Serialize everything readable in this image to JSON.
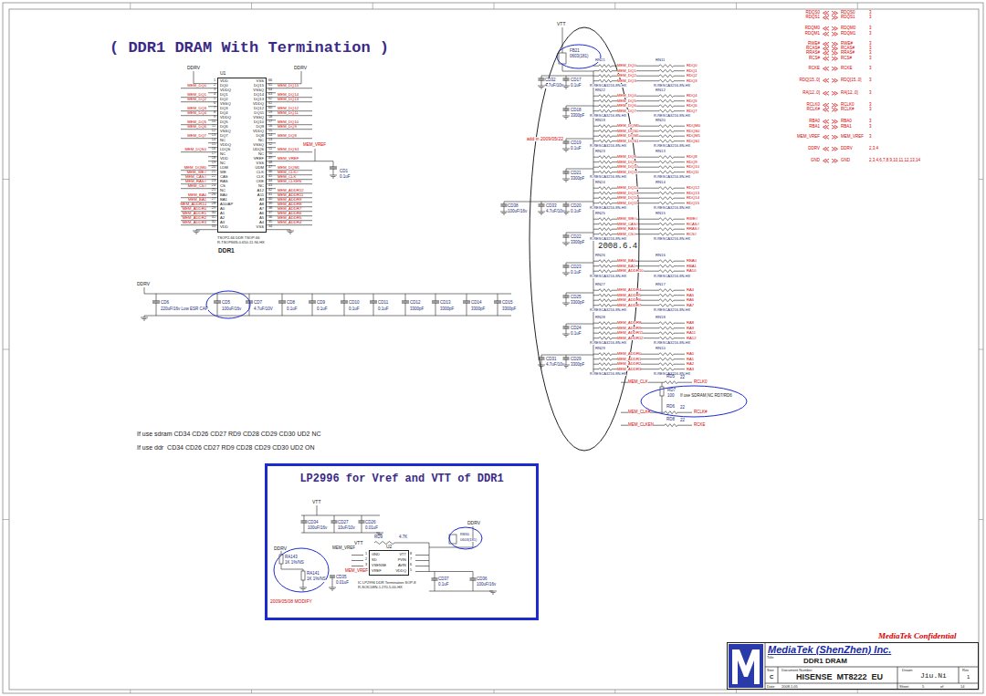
{
  "diagram": {
    "title": "( DDR1 DRAM With Termination )",
    "nodes": [
      {
        "text": [
          "U1",
          "DDR1"
        ]
      },
      {
        "text": [
          "LP2996 for Vref and VTT of DDR1"
        ]
      },
      {
        "text": [
          "U2"
        ],
        "in": 1
      },
      {
        "text": [
          "MediaTek (ShenZhen) Inc."
        ]
      }
    ],
    "labels": [
      "DDRV",
      "DDRV",
      "VDD",
      "DQ0",
      "VDDQ",
      "DQ1",
      "DQ2",
      "VSSQ",
      "DQ3",
      "DQ4",
      "VDDQ",
      "DQ5",
      "DQ6",
      "VSSQ",
      "DQ7",
      "NC",
      "VDDQ",
      "LDQS",
      "NC",
      "VDD",
      "NC",
      "LDM",
      "WE",
      "CAS",
      "RAS",
      "CS",
      "NC",
      "BA0",
      "BA1",
      "A10/AP",
      "A0",
      "A1",
      "A2",
      "A3",
      "VDD",
      "VSS",
      "DQ15",
      "VSSQ",
      "DQ14",
      "DQ13",
      "VDDQ",
      "DQ12",
      "DQ11",
      "VSSQ",
      "DQ10",
      "DQ9",
      "VDDQ",
      "DQ8",
      "NC",
      "VSSQ",
      "UDQS",
      "NC",
      "VREF",
      "VSS",
      "UDM",
      "CLK",
      "CLK",
      "CKE",
      "NC",
      "A12",
      "A11",
      "A9",
      "A8",
      "A7",
      "A6",
      "A5",
      "A4",
      "VSS",
      "1",
      "2",
      "3",
      "4",
      "5",
      "6",
      "7",
      "8",
      "9",
      "10",
      "11",
      "12",
      "13",
      "14",
      "15",
      "16",
      "17",
      "18",
      "19",
      "20",
      "21",
      "22",
      "23",
      "24",
      "25",
      "26",
      "27",
      "28",
      "29",
      "30",
      "31",
      "32",
      "33",
      "66",
      "65",
      "64",
      "63",
      "62",
      "61",
      "60",
      "59",
      "58",
      "57",
      "56",
      "55",
      "54",
      "53",
      "52",
      "51",
      "50",
      "49",
      "48",
      "47",
      "46",
      "45",
      "44",
      "43",
      "42",
      "41",
      "40",
      "39",
      "38",
      "37",
      "36",
      "35",
      "34",
      "MEM_DQ0",
      "MEM_DQ1",
      "MEM_DQ2",
      "MEM_DQ3",
      "MEM_DQ4",
      "MEM_DQ5",
      "MEM_DQ6",
      "MEM_DQ7",
      "MEM_DQS0",
      "MEM_DQM0",
      "MEM_WE#",
      "MEM_CAS#",
      "MEM_RAS#",
      "MEM_CS#",
      "MEM_BA0",
      "MEM_BA1",
      "MEM_ADDR10",
      "MEM_ADDR0",
      "MEM_ADDR1",
      "MEM_ADDR2",
      "MEM_ADDR3",
      "MEM_DQ15",
      "MEM_DQ14",
      "MEM_DQ13",
      "MEM_DQ12",
      "MEM_DQ11",
      "MEM_DQ10",
      "MEM_DQ9",
      "MEM_DQ8",
      "MEM_DQS1",
      "MEM_VREF",
      "MEM_DQM1",
      "MEM_CLK#",
      "MEM_CLK",
      "MEM_CLKEN",
      "MEM_ADDR12",
      "MEM_ADDR11",
      "MEM_ADDR9",
      "MEM_ADDR8",
      "MEM_ADDR7",
      "MEM_ADDR6",
      "MEM_ADDR5",
      "MEM_ADDR4",
      "MEM_VREF",
      "CD1",
      "0.1uF",
      "TSOP2-66 DDR TSOP-66",
      "R-TSOP66N-0.650-11.94-HX",
      "DDRV",
      "CD6",
      "CD5",
      "CD7",
      "CD8",
      "CD9",
      "CD10",
      "CD11",
      "CD12",
      "CD13",
      "CD14",
      "CD15",
      "220uF/16v Low ESR CAP",
      "100uF/16v",
      "4.7uF/10V",
      "0.1uF",
      "0.1uF",
      "0.1uF",
      "0.1uF",
      "3300pF",
      "3300pF",
      "3300pF",
      "3300pF",
      "If use sdram CD34 CD26 CD27 RD9 CD28 CD29 CD30 UD2 NC",
      "If use ddr  CD34 CD26 CD27 RD9 CD28 CD29 CD30 UD2 ON",
      "VTT",
      "CD34",
      "100uF/16v",
      "CD27",
      "10uF/10v",
      "CD26",
      "0.01uF",
      "DDRV",
      "RB30",
      "0603(181)",
      "RD9",
      "4.7K",
      "DDRV",
      "MEM_VREF",
      "VTT",
      "GND",
      "SD",
      "VSENSE",
      "VREF",
      "VTT",
      "PVIN",
      "AVIN",
      "VDDQ",
      "1",
      "2",
      "3",
      "4",
      "8",
      "7",
      "6",
      "5",
      "MEM_VREF",
      "IC LP2996 DDR Termination SOP-8",
      "R-SOIC08N-1.270-5.00-HX",
      "RA143",
      "1K 1%/NS",
      "RA141",
      "1K 1%/NS",
      "CD35",
      "0.01uF",
      "CD37",
      "0.1uF",
      "CD36",
      "100uF/16v",
      "2009/05/08 MODIFY",
      "VTT",
      "FB21",
      "0603(181)",
      "CD32",
      "4.7uF/10v",
      "CD17",
      "0.1uF",
      "CD18",
      "3300pF",
      "add in 2009/05/22",
      "CD19",
      "0.1uF",
      "CD21",
      "3300pF",
      "CD38",
      "100uF/16v",
      "CD33",
      "4.7uF/10v",
      "CD20",
      "0.1uF",
      "CD22",
      "3300pF",
      "2008.6.4",
      "CD23",
      "0.1uF",
      "CD25",
      "3300pF",
      "CD24",
      "0.1uF",
      "CD31",
      "4.7uF/10v",
      "CD29",
      "3300pF",
      "RN21",
      "RN11",
      "MEM_DQ0",
      "MEM_DQ1",
      "MEM_DQ2",
      "MEM_DQ3",
      "RDQ0",
      "RDQ1",
      "RDQ2",
      "RDQ3",
      "R-RESCA3216-8N-HX",
      "R-RESCA3216-8N-HX",
      "RN22",
      "RN12",
      "MEM_DQ4",
      "MEM_DQ5",
      "MEM_DQ6",
      "MEM_DQ7",
      "RDQ4",
      "RDQ5",
      "RDQ6",
      "RDQ7",
      "R-RESCA3216-8N-HX",
      "R-RESCA3216-8N-HX",
      "RN19",
      "RN20",
      "MEM_DQM0",
      "MEM_DQS0",
      "MEM_DQM1",
      "MEM_DQS1",
      "RDQM0",
      "RDQS0",
      "RDQM1",
      "RDQS1",
      "R-RESCA3216-8N-HX",
      "R-RESCA3216-8N-HX",
      "RN23",
      "RN13",
      "MEM_DQ8",
      "MEM_DQ9",
      "MEM_DQ10",
      "MEM_DQ11",
      "RDQ8",
      "RDQ9",
      "RDQ10",
      "RDQ11",
      "R-RESCA3216-8N-HX",
      "R-RESCA3216-8N-HX",
      "RN24",
      "RN14",
      "MEM_DQ12",
      "MEM_DQ13",
      "MEM_DQ14",
      "MEM_DQ15",
      "RDQ12",
      "RDQ13",
      "RDQ14",
      "RDQ15",
      "R-RESCA3216-8N-HX",
      "R-RESCA3216-8N-HX",
      "RN25",
      "RN15",
      "MEM_WE#",
      "MEM_CAS#",
      "MEM_RAS#",
      "MEM_CS#",
      "RWE#",
      "RCAS#",
      "RRAS#",
      "RCS#",
      "R-RESCA3216-8N-HX",
      "R-RESCA3216-8N-HX",
      "RN26",
      "RN16",
      "MEM_BA0",
      "MEM_BA1",
      "MEM_ADDR10",
      "RBA0",
      "RBA1",
      "RA10",
      "R-RESCA3216-8N-HX",
      "R-RESCA3216-8N-HX",
      "RN27",
      "RN17",
      "MEM_ADDR4",
      "MEM_ADDR5",
      "MEM_ADDR6",
      "MEM_ADDR7",
      "RA4",
      "RA5",
      "RA6",
      "RA7",
      "R-RESCA3216-8N-HX",
      "R-RESCA3216-8N-HX",
      "RN28",
      "RN18",
      "MEM_ADDR8",
      "MEM_ADDR9",
      "MEM_ADDR11",
      "MEM_ADDR12",
      "RA8",
      "RA9",
      "RA11",
      "RA12",
      "R-RESCA3216-8N-HX",
      "R-RESCA3216-8N-HX",
      "RN29",
      "RN10",
      "MEM_ADDR0",
      "MEM_ADDR1",
      "MEM_ADDR2",
      "MEM_ADDR3",
      "RA0",
      "RA1",
      "RA2",
      "RA3",
      "R-RESCA3216-8N-HX",
      "R-RESCA3216-8N-HX",
      "MEM_CLK",
      "RD5",
      "22",
      "RCLK0",
      "RD7",
      "100",
      "If use SDRAM,NC RD7/RD6",
      "MEM_CLK#",
      "RD6",
      "22",
      "RCLK#",
      "MEM_CLKEN",
      "RD8",
      "22",
      "RCKE",
      "RDQS0",
      "RDQS0",
      "3",
      "RDQS1",
      "RDQS1",
      "3",
      "RDQM0",
      "RDQM0",
      "3",
      "RDQM1",
      "RDQM1",
      "3",
      "RWE#",
      "RWE#",
      "3",
      "RCAS#",
      "RCAS#",
      "3",
      "RRAS#",
      "RRAS#",
      "3",
      "RCS#",
      "RCS#",
      "3",
      "RCKE",
      "RCKE",
      "3",
      "RDQ[15..0]",
      "RDQ[15..0]",
      "3",
      "RA[12..0]",
      "RA[12..0]",
      "3",
      "RCLK0",
      "RCLK0",
      "3",
      "RCLK#",
      "RCLK#",
      "3",
      "RBA0",
      "RBA0",
      "3",
      "RBA1",
      "RBA1",
      "3",
      "MEM_VREF",
      "MEM_VREF",
      "3",
      "DDRV",
      "DDRV",
      "2,3,4",
      "GND",
      "GND",
      "2,3,4,6,7,8,9,10,11,12,13,14",
      "MediaTek Confidential",
      "Title",
      "DDR1 DRAM",
      "Size",
      "C",
      "Document Number",
      "HISENSE  MT8222  EU",
      "Drawn",
      "Jiu.Ni",
      "Rev",
      "1",
      "Date",
      "2008.1.05",
      "Sheet",
      "5",
      "of",
      "14"
    ]
  }
}
